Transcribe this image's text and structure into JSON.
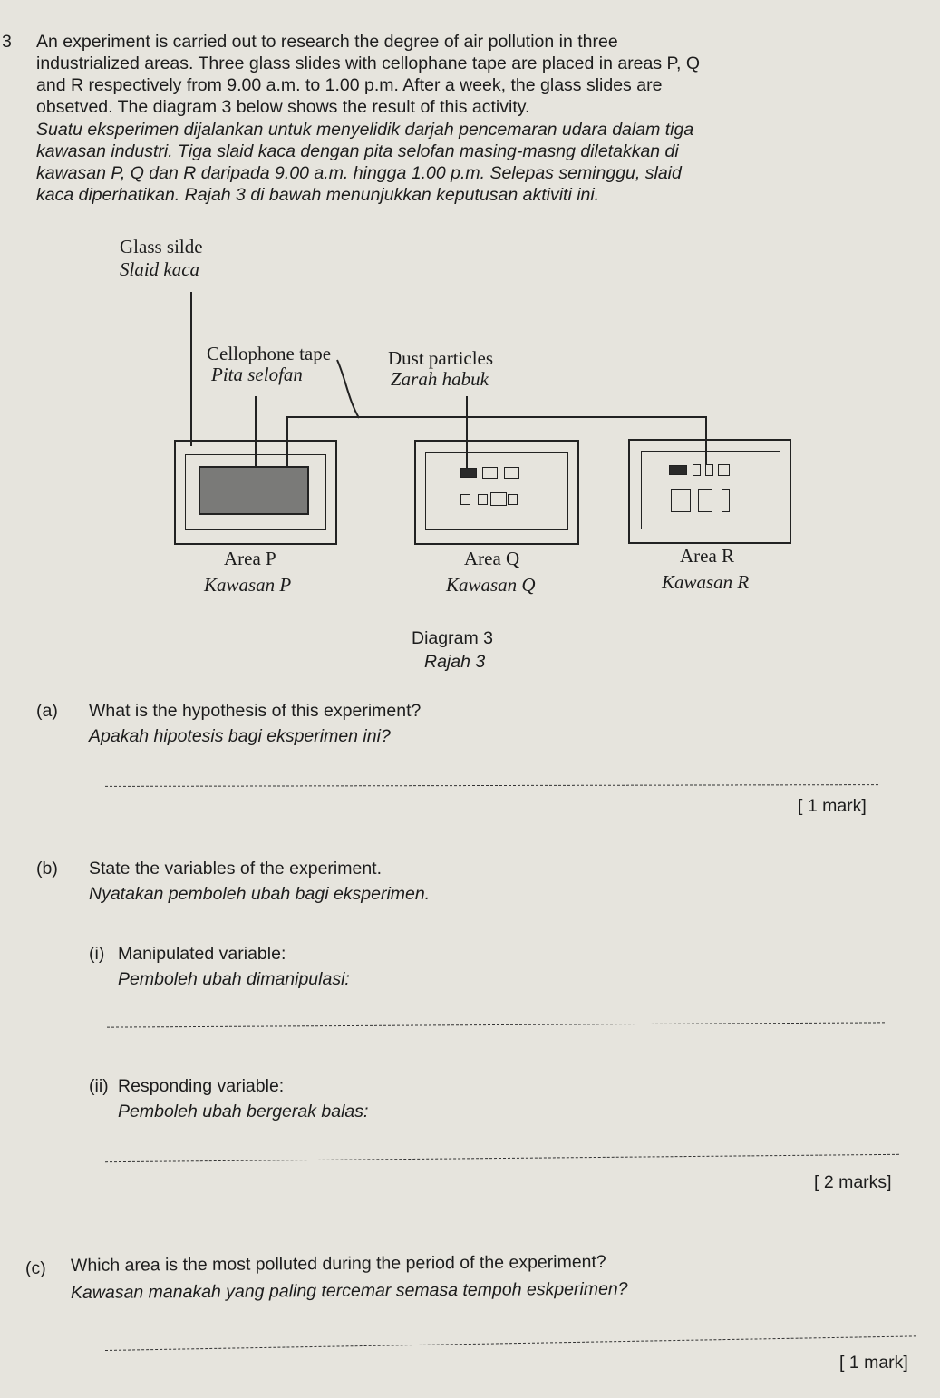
{
  "question": {
    "number": "3",
    "intro_en": [
      "An experiment is carried out to research the degree of air pollution in three",
      "industrialized areas. Three glass slides with cellophane tape are placed in areas P, Q",
      "and R respectively from 9.00 a.m. to 1.00 p.m. After a week, the glass slides are",
      "obsetved. The diagram 3 below shows the result of this activity."
    ],
    "intro_ms": [
      "Suatu eksperimen dijalankan untuk menyelidik darjah pencemaran udara dalam tiga",
      "kawasan industri. Tiga slaid kaca dengan pita selofan masing-masng diletakkan di",
      "kawasan P, Q dan R daripada 9.00 a.m. hingga 1.00 p.m. Selepas seminggu, slaid",
      "kaca diperhatikan. Rajah 3 di bawah menunjukkan keputusan aktiviti ini."
    ]
  },
  "diagram": {
    "glass_slide_en": "Glass silde",
    "glass_slide_ms": "Slaid kaca",
    "tape_en": "Cellophone tape",
    "tape_ms": "Pita selofan",
    "dust_en": "Dust particles",
    "dust_ms": "Zarah habuk",
    "areas": [
      {
        "en": "Area P",
        "ms": "Kawasan P"
      },
      {
        "en": "Area Q",
        "ms": "Kawasan Q"
      },
      {
        "en": "Area R",
        "ms": "Kawasan R"
      }
    ],
    "caption_en": "Diagram 3",
    "caption_ms": "Rajah 3"
  },
  "part_a": {
    "label": "(a)",
    "q_en": "What is the hypothesis of this experiment?",
    "q_ms": "Apakah hipotesis bagi eksperimen ini?",
    "marks": "[ 1 mark]"
  },
  "part_b": {
    "label": "(b)",
    "q_en": "State the variables of the experiment.",
    "q_ms": "Nyatakan pemboleh ubah bagi eksperimen.",
    "i_label": "(i)",
    "i_en": "Manipulated variable:",
    "i_ms": "Pemboleh ubah dimanipulasi:",
    "ii_label": "(ii)",
    "ii_en": "Responding variable:",
    "ii_ms": "Pemboleh ubah bergerak balas:",
    "marks": "[ 2 marks]"
  },
  "part_c": {
    "label": "(c)",
    "q_en": "Which area is the most polluted during the period of the experiment?",
    "q_ms": "Kawasan manakah yang paling tercemar semasa tempoh eskperimen?",
    "marks": "[ 1 mark]"
  }
}
